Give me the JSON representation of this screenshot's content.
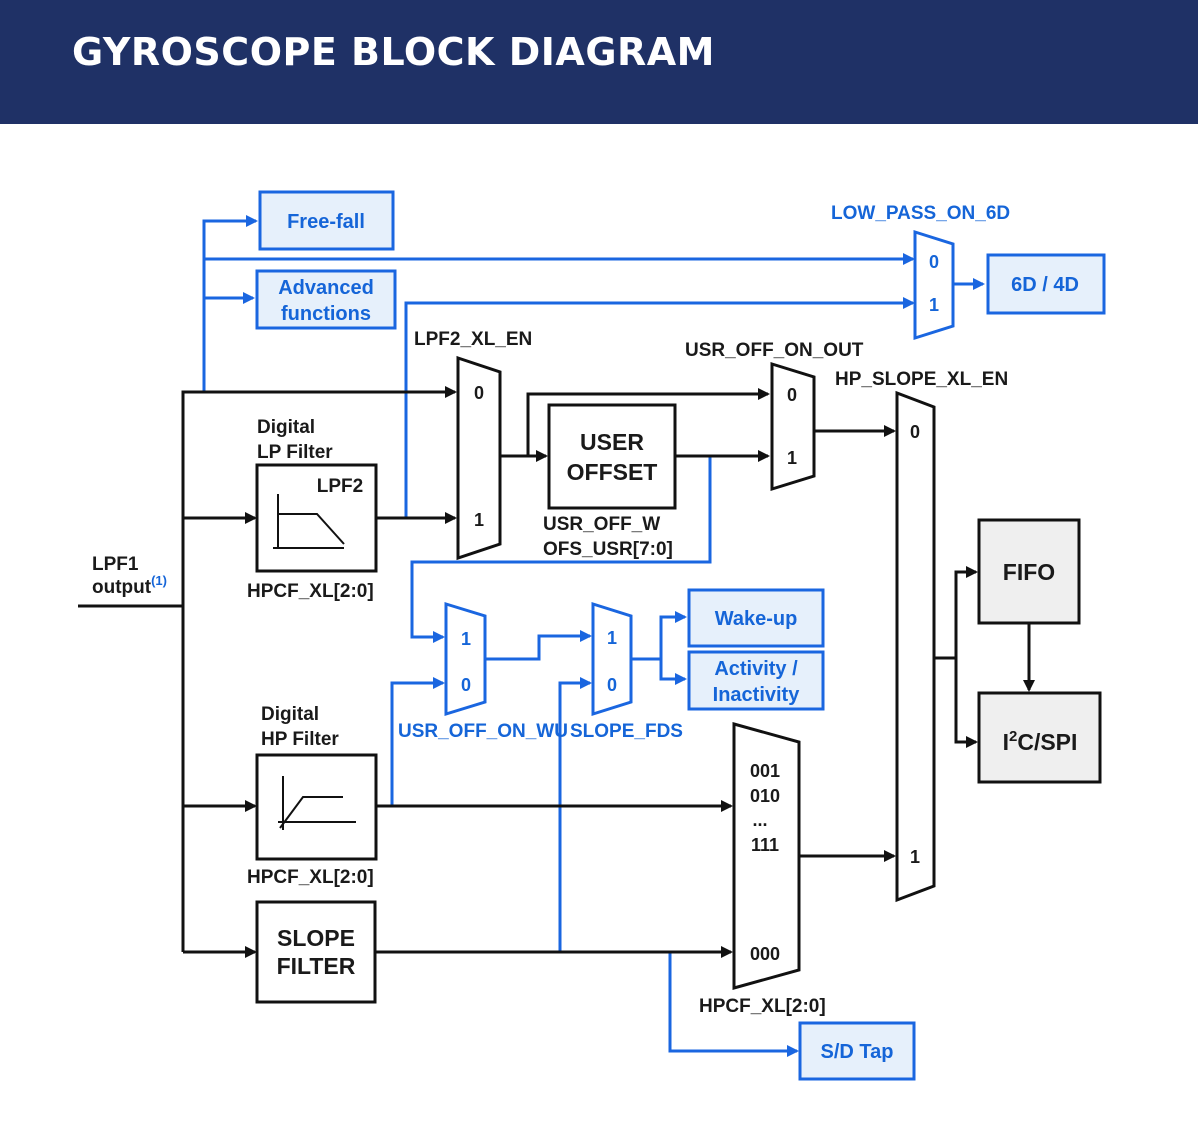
{
  "title": "GYROSCOPE BLOCK DIAGRAM",
  "input": {
    "line1": "LPF1",
    "line2": "output",
    "note": "(1)"
  },
  "blue_boxes": {
    "free_fall": "Free-fall",
    "advanced_line1": "Advanced",
    "advanced_line2": "functions",
    "six_four_d": "6D / 4D",
    "wake_up": "Wake-up",
    "activity_line1": "Activity /",
    "activity_line2": "Inactivity",
    "sd_tap": "S/D Tap"
  },
  "blocks": {
    "lp_filter_line1": "Digital",
    "lp_filter_line2": "LP Filter",
    "lpf2": "LPF2",
    "hp_filter_line1": "Digital",
    "hp_filter_line2": "HP Filter",
    "user_offset_line1": "USER",
    "user_offset_line2": "OFFSET",
    "slope_line1": "SLOPE",
    "slope_line2": "FILTER",
    "fifo": "FIFO",
    "i2c_pre": "I",
    "i2c_sup": "2",
    "i2c_post": "C/SPI"
  },
  "labels": {
    "low_pass_on_6d": "LOW_PASS_ON_6D",
    "lpf2_xl_en": "LPF2_XL_EN",
    "usr_off_on_out": "USR_OFF_ON_OUT",
    "hp_slope_xl_en": "HP_SLOPE_XL_EN",
    "hpcf_lp": "HPCF_XL[2:0]",
    "usr_off_w": "USR_OFF_W",
    "ofs_usr": "OFS_USR[7:0]",
    "usr_off_on_wu": "USR_OFF_ON_WU",
    "slope_fds": "SLOPE_FDS",
    "hpcf_hp": "HPCF_XL[2:0]",
    "hpcf_mux": "HPCF_XL[2:0]"
  },
  "mux_inputs": {
    "six_d_0": "0",
    "six_d_1": "1",
    "lpf2_0": "0",
    "lpf2_1": "1",
    "usr_out_0": "0",
    "usr_out_1": "1",
    "hp_slope_0": "0",
    "hp_slope_1": "1",
    "wu_1": "1",
    "wu_0": "0",
    "fds_1": "1",
    "fds_0": "0",
    "sel_001": "001",
    "sel_010": "010",
    "sel_dots": "...",
    "sel_111": "111",
    "sel_000": "000"
  },
  "colors": {
    "banner": "#1f3166",
    "blue": "#1a66e0",
    "black": "#111111"
  }
}
